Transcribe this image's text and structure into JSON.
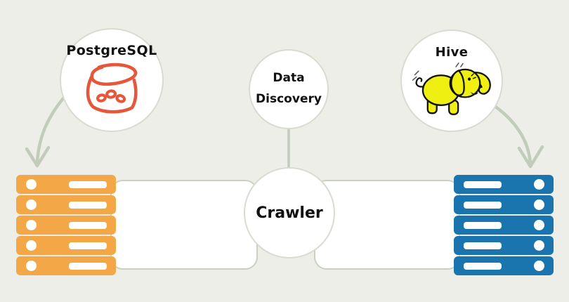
{
  "colors": {
    "background": "#eeeee9",
    "connector": "#c2ccba",
    "circle_border": "#d6dcd1",
    "panel_border": "#c8d1c2",
    "orange_server": "#f4a746",
    "blue_server": "#1a74ad",
    "postgres_red": "#e5563a",
    "hive_yellow": "#f0ef12",
    "text": "#111111"
  },
  "nodes": {
    "postgresql": {
      "label": "PostgreSQL",
      "icon": "database-sketch-icon"
    },
    "data_discovery": {
      "line1": "Data",
      "line2": "Discovery"
    },
    "hive": {
      "label": "Hive",
      "icon": "hadoop-elephant-icon"
    },
    "crawler": {
      "label": "Crawler"
    }
  },
  "server_stacks": {
    "left": {
      "rows": 5,
      "color_ref": "orange_server"
    },
    "right": {
      "rows": 5,
      "color_ref": "blue_server"
    }
  },
  "connectors": [
    {
      "from": "postgresql",
      "to": "left-server-stack",
      "type": "curved-arrow"
    },
    {
      "from": "hive",
      "to": "right-server-stack",
      "type": "curved-arrow"
    },
    {
      "from": "data-discovery",
      "to": "crawler",
      "type": "line"
    },
    {
      "from": "crawler",
      "to": "left-server-stack",
      "type": "panel"
    },
    {
      "from": "crawler",
      "to": "right-server-stack",
      "type": "panel"
    }
  ]
}
